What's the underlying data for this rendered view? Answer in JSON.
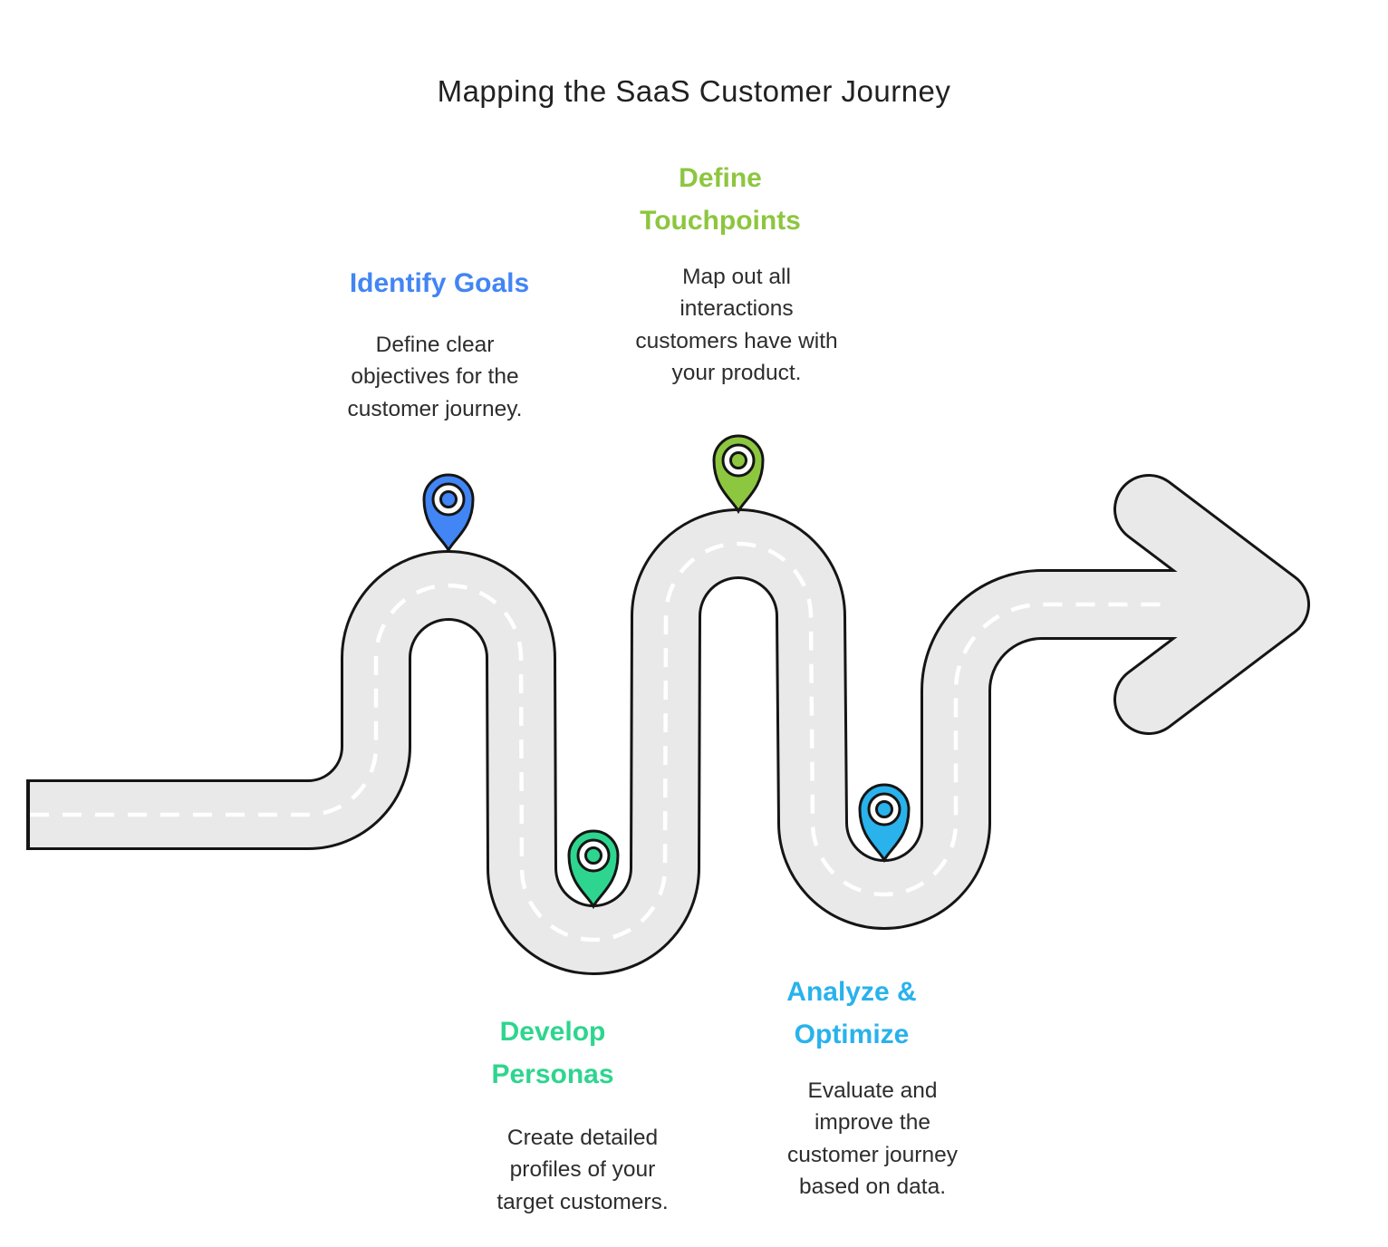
{
  "title": "Mapping the SaaS Customer Journey",
  "steps": [
    {
      "title": "Identify Goals",
      "description": "Define clear objectives for the customer journey.",
      "color": "#4285F4",
      "pin": "blue-map-pin"
    },
    {
      "title": "Define Touchpoints",
      "description": "Map out all interactions customers have with your product.",
      "color": "#8DC63F",
      "pin": "lime-map-pin"
    },
    {
      "title": "Develop Personas",
      "description": "Create detailed profiles of your target customers.",
      "color": "#2ED58E",
      "pin": "emerald-map-pin"
    },
    {
      "title": "Analyze & Optimize",
      "description": "Evaluate and improve the customer journey based on data.",
      "color": "#29B2EC",
      "pin": "cyan-map-pin"
    }
  ],
  "road": {
    "surface_color": "#E9E9E9",
    "outline_color": "#151515",
    "dash_color": "#FFFFFF",
    "text_color": "#2d2d2d"
  }
}
